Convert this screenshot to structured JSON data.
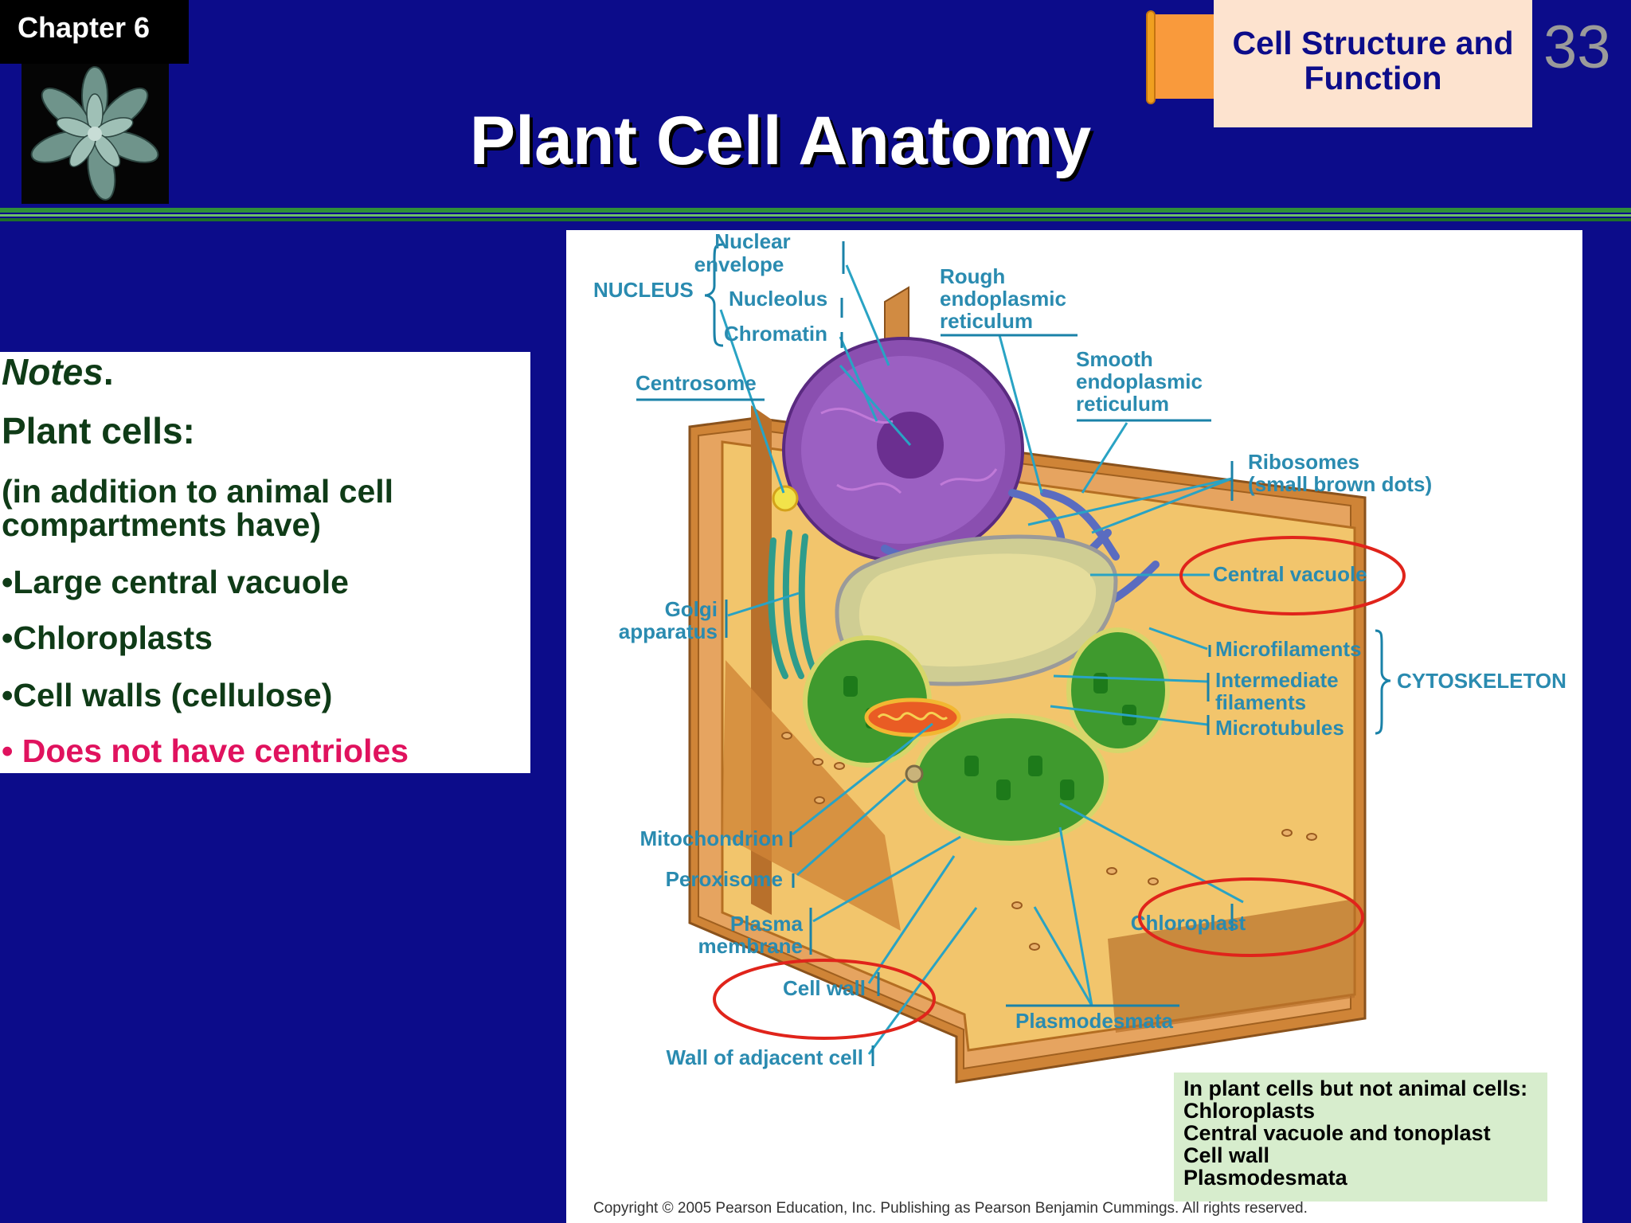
{
  "header": {
    "chapter": "Chapter 6",
    "title": "Plant Cell Anatomy",
    "topic_line1": "Cell Structure and",
    "topic_line2": "Function",
    "slide_number": "33"
  },
  "notes": {
    "heading": "Notes",
    "heading_punct": ".",
    "subtitle": "Plant cells:",
    "intro_line1": "(in addition to animal cell",
    "intro_line2": "compartments have)",
    "bullets": [
      "•Large central vacuole",
      "•Chloroplasts",
      "•Cell walls (cellulose)"
    ],
    "highlight": "• Does not have centrioles"
  },
  "diagram": {
    "nucleus_group": "NUCLEUS",
    "nuclear_envelope_1": "Nuclear",
    "nuclear_envelope_2": "envelope",
    "nucleolus": "Nucleolus",
    "chromatin": "Chromatin",
    "centrosome": "Centrosome",
    "rough_er_1": "Rough",
    "rough_er_2": "endoplasmic",
    "rough_er_3": "reticulum",
    "smooth_er_1": "Smooth",
    "smooth_er_2": "endoplasmic",
    "smooth_er_3": "reticulum",
    "ribosomes_1": "Ribosomes",
    "ribosomes_2": "(small brown dots)",
    "central_vacuole": "Central vacuole",
    "golgi_1": "Golgi",
    "golgi_2": "apparatus",
    "microfilaments": "Microfilaments",
    "intermediate_1": "Intermediate",
    "intermediate_2": "filaments",
    "microtubules": "Microtubules",
    "cytoskeleton": "CYTOSKELETON",
    "mitochondrion": "Mitochondrion",
    "peroxisome": "Peroxisome",
    "plasma_membrane_1": "Plasma",
    "plasma_membrane_2": "membrane",
    "cell_wall": "Cell wall",
    "wall_adjacent": "Wall of adjacent cell",
    "plasmodesmata": "Plasmodesmata",
    "chloroplast": "Chloroplast",
    "highlight_color": "#e0241b"
  },
  "plant_only_box": {
    "title": "In plant cells but not animal cells:",
    "items": [
      "Chloroplasts",
      "Central vacuole and tonoplast",
      "Cell wall",
      "Plasmodesmata"
    ]
  },
  "copyright": "Copyright © 2005 Pearson Education, Inc. Publishing as Pearson Benjamin Cummings. All rights reserved.",
  "colors": {
    "background": "#0c0c8a",
    "header_box": "#fde3cf",
    "rule_green": "#2f8f3a",
    "notes_text": "#0f3b17",
    "notes_highlight": "#e0125e",
    "label_blue": "#2a8bb0"
  }
}
